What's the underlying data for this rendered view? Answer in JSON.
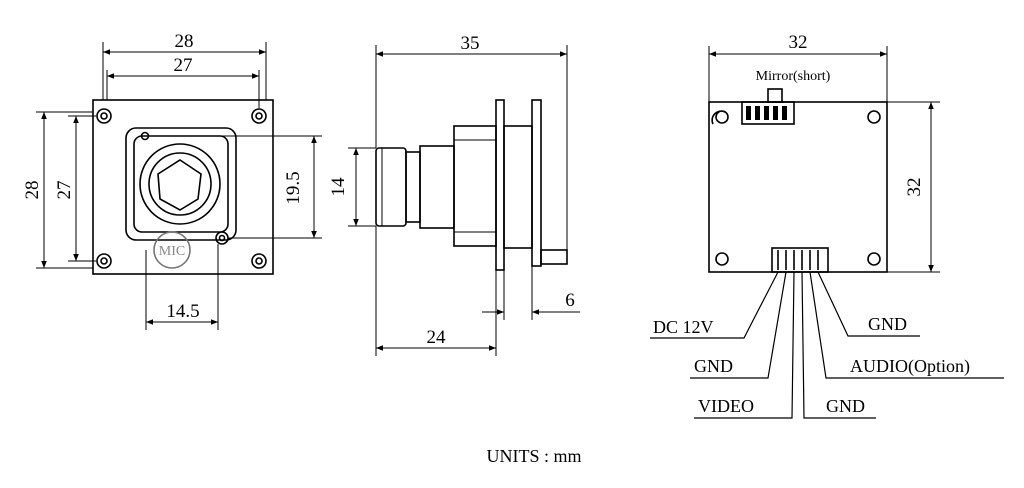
{
  "front_view": {
    "width_outer": "28",
    "width_inner": "27",
    "height_outer": "28",
    "height_inner": "27",
    "lens_offset": "19.5",
    "mic_offset": "14.5",
    "mic_label": "MIC"
  },
  "side_view": {
    "length_total": "35",
    "lens_diameter": "14",
    "length_base": "24",
    "board_thickness": "6"
  },
  "back_view": {
    "width": "32",
    "height": "32",
    "connector_label": "Mirror(short)"
  },
  "pins": {
    "dc": "DC 12V",
    "gnd_1": "GND",
    "video": "VIDEO",
    "gnd_2": "GND",
    "audio": "AUDIO(Option)",
    "gnd_3": "GND"
  },
  "units": "UNITS : mm",
  "colors": {
    "line": "#000000",
    "background": "#ffffff"
  }
}
